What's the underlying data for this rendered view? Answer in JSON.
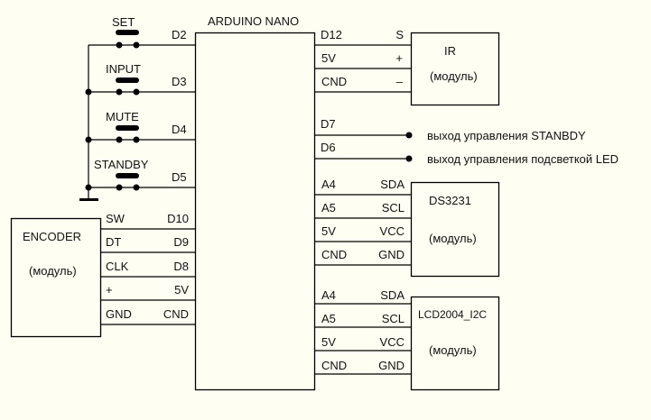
{
  "arduino": {
    "title": "ARDUINO NANO"
  },
  "buttons": [
    {
      "label": "SET",
      "pin": "D2"
    },
    {
      "label": "INPUT",
      "pin": "D3"
    },
    {
      "label": "MUTE",
      "pin": "D4"
    },
    {
      "label": "STANDBY",
      "pin": "D5"
    }
  ],
  "ir": {
    "title": "IR",
    "subtitle": "(модуль)",
    "pins": [
      {
        "arduino": "D12",
        "module": "S"
      },
      {
        "arduino": "5V",
        "module": "+"
      },
      {
        "arduino": "CND",
        "module": "–"
      }
    ]
  },
  "outputs": [
    {
      "pin": "D7",
      "label": "выход управления STANBDY"
    },
    {
      "pin": "D6",
      "label": "выход управления подсветкой LED"
    }
  ],
  "ds3231": {
    "title": "DS3231",
    "subtitle": "(модуль)",
    "pins": [
      {
        "arduino": "A4",
        "module": "SDA"
      },
      {
        "arduino": "A5",
        "module": "SCL"
      },
      {
        "arduino": "5V",
        "module": "VCC"
      },
      {
        "arduino": "CND",
        "module": "GND"
      }
    ]
  },
  "lcd": {
    "title": "LCD2004_I2C",
    "subtitle": "(модуль)",
    "pins": [
      {
        "arduino": "A4",
        "module": "SDA"
      },
      {
        "arduino": "A5",
        "module": "SCL"
      },
      {
        "arduino": "5V",
        "module": "VCC"
      },
      {
        "arduino": "CND",
        "module": "GND"
      }
    ]
  },
  "encoder": {
    "title": "ENCODER",
    "subtitle": "(модуль)",
    "pins": [
      {
        "module": "SW",
        "arduino": "D10"
      },
      {
        "module": "DT",
        "arduino": "D9"
      },
      {
        "module": "CLK",
        "arduino": "D8"
      },
      {
        "module": "+",
        "arduino": "5V"
      },
      {
        "module": "GND",
        "arduino": "CND"
      }
    ]
  }
}
